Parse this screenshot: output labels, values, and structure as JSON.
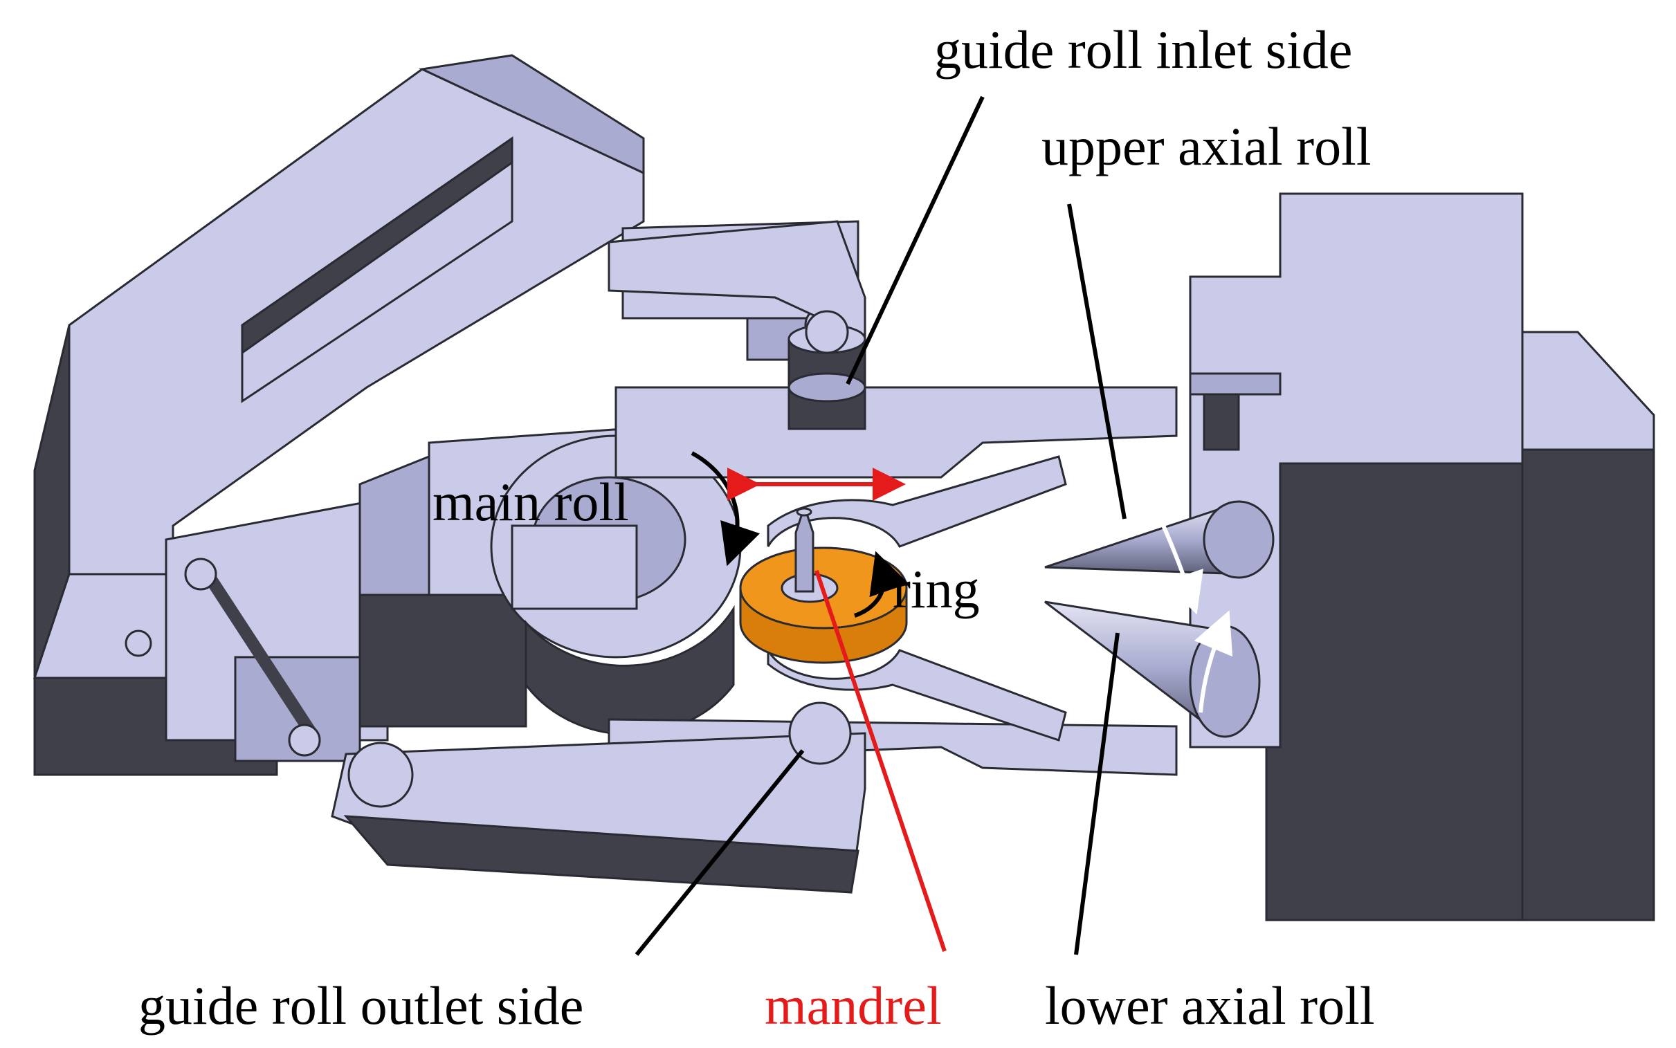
{
  "labels": {
    "guide_roll_inlet": "guide roll inlet side",
    "upper_axial_roll": "upper axial roll",
    "main_roll": "main roll",
    "ring": "ring",
    "guide_roll_outlet": "guide roll outlet side",
    "mandrel": "mandrel",
    "lower_axial_roll": "lower axial roll"
  },
  "colors": {
    "body_light": "#c9cbe9",
    "body_mid": "#a9abd0",
    "body_dark": "#3f4049",
    "edge": "#2a2a33",
    "ring": "#f0961c",
    "ring_dark": "#d97e0a",
    "mandrel_label": "#e51b1b",
    "leader": "#000000",
    "text": "#000000"
  }
}
